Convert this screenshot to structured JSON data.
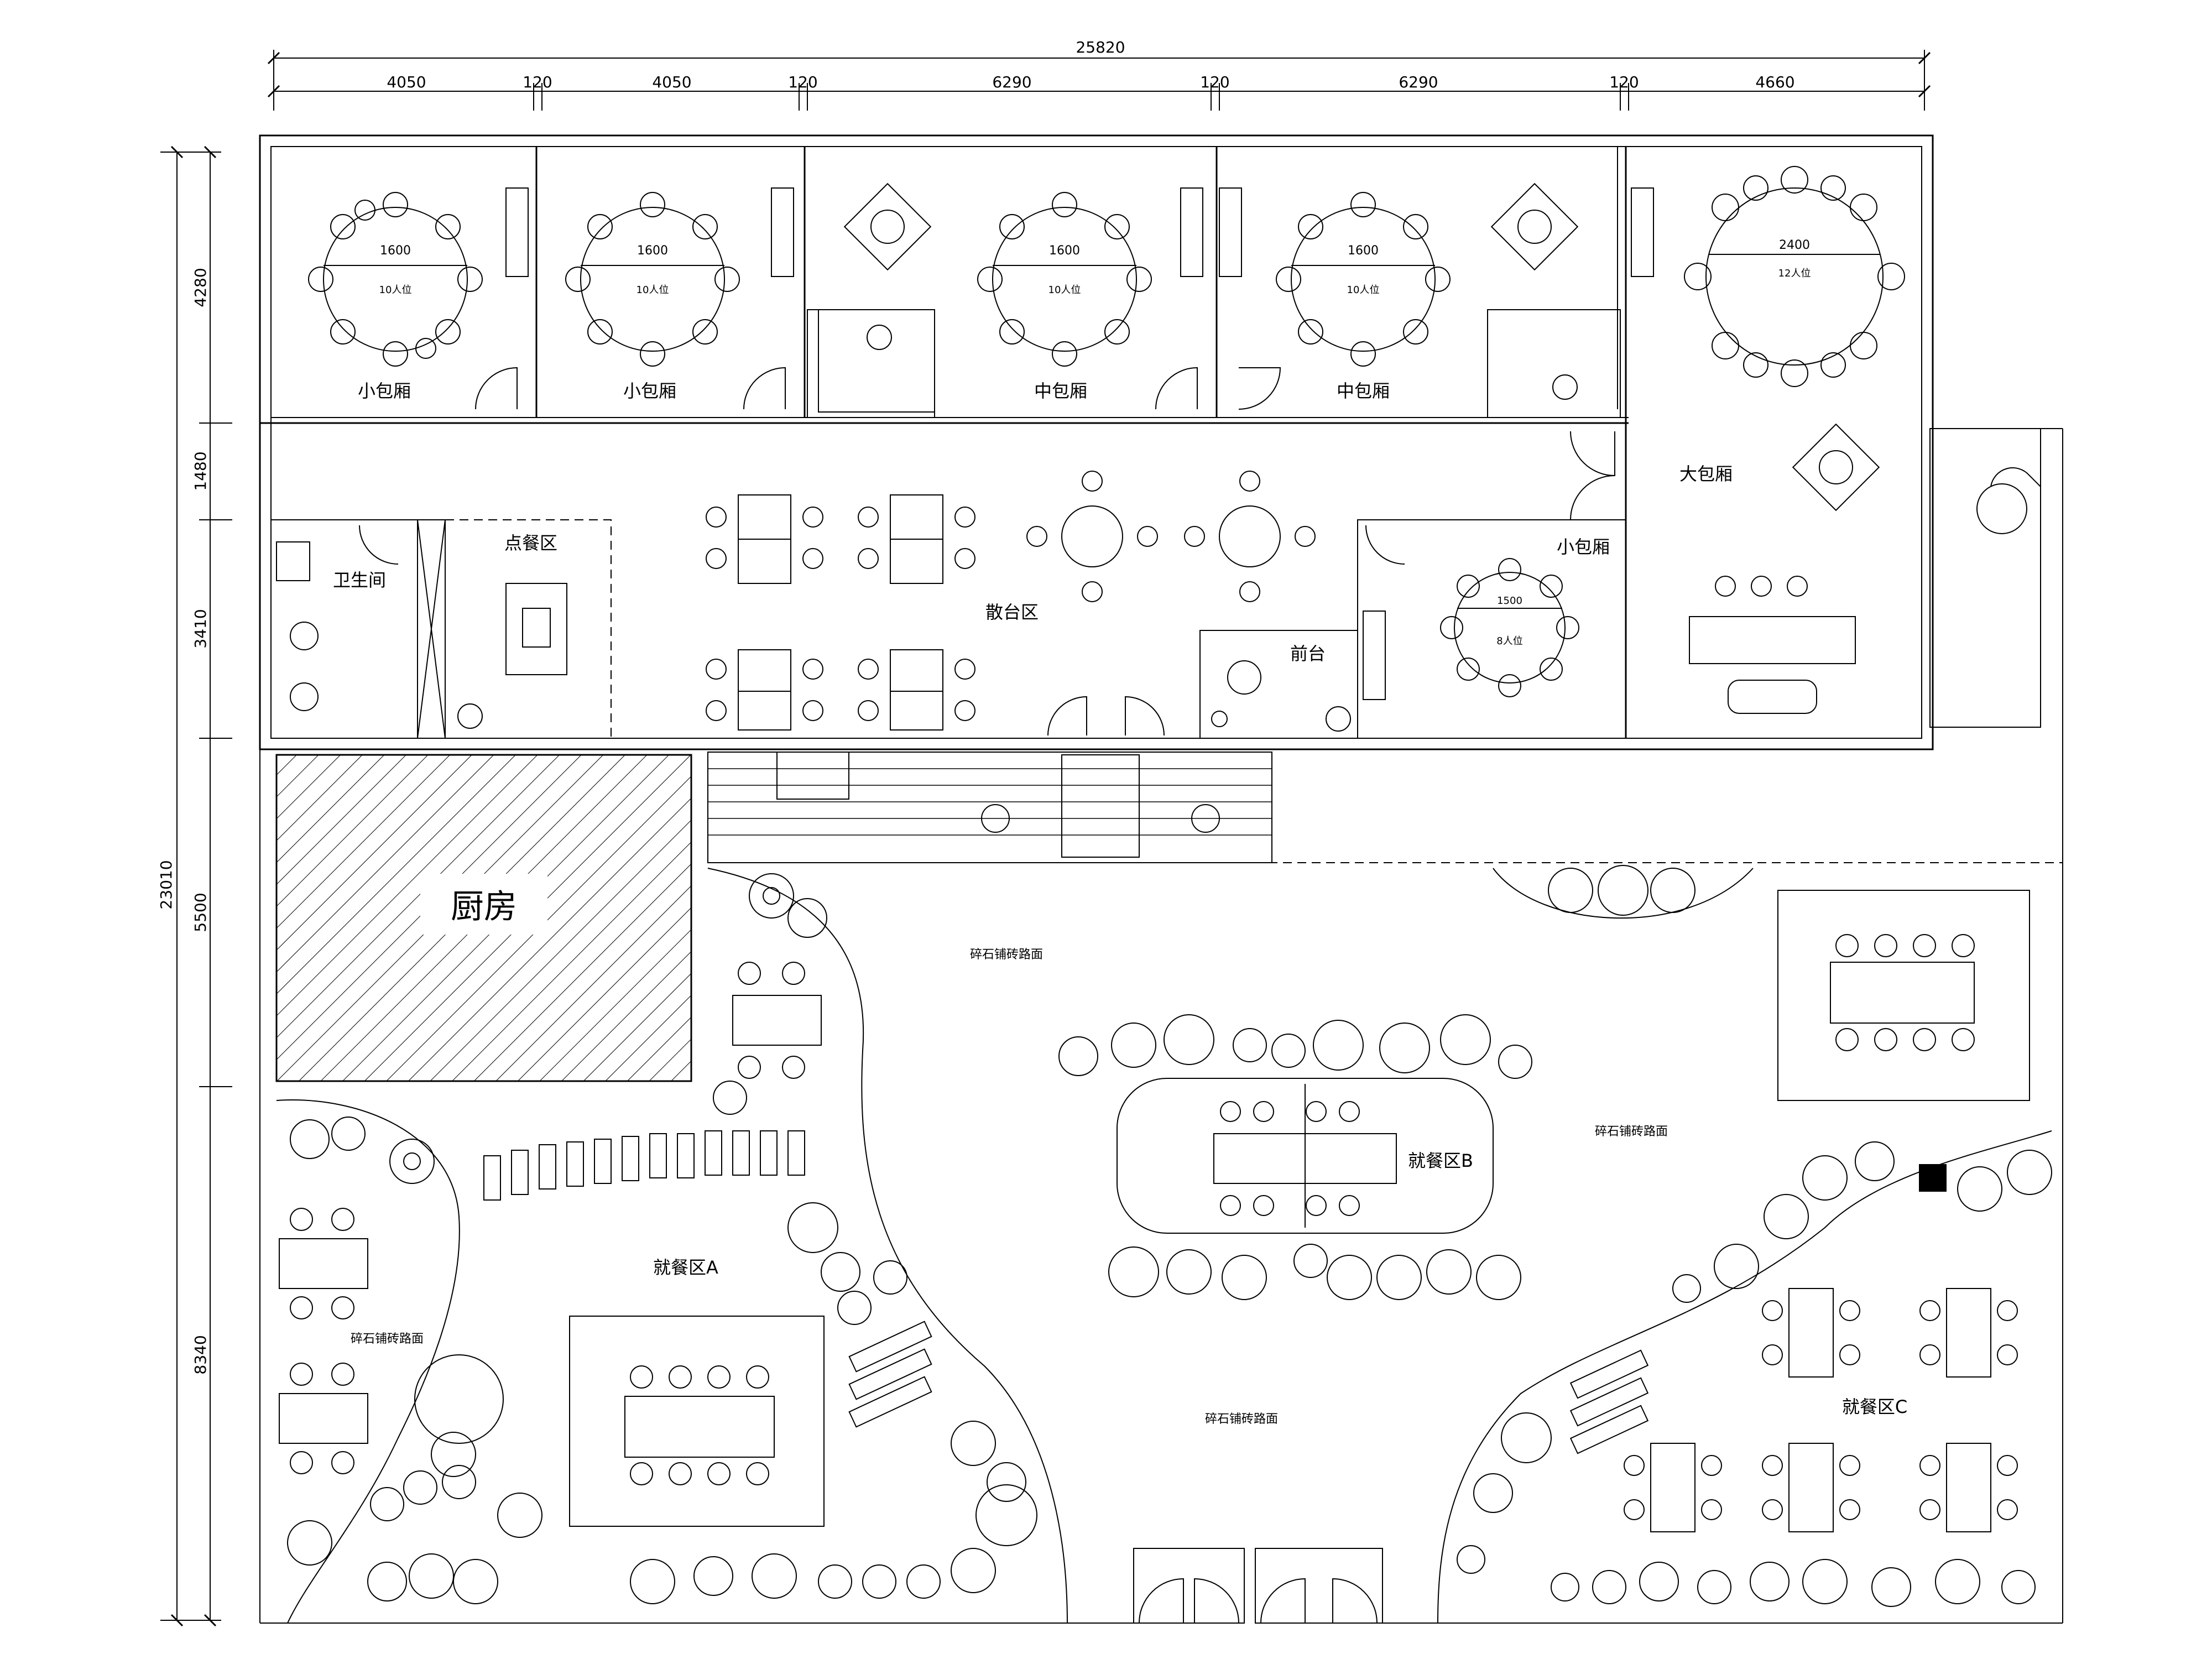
{
  "dimensions": {
    "total_width": "25820",
    "top_segments": [
      "4050",
      "120",
      "4050",
      "120",
      "6290",
      "120",
      "6290",
      "120",
      "4660"
    ],
    "total_height": "23010",
    "left_segments": [
      "4280",
      "1480",
      "3410",
      "5500",
      "8340"
    ]
  },
  "rooms": {
    "small_private_1": {
      "label": "小包厢",
      "table_size": "1600",
      "seats": "10人位"
    },
    "small_private_2": {
      "label": "小包厢",
      "table_size": "1600",
      "seats": "10人位"
    },
    "medium_private_1": {
      "label": "中包厢",
      "table_size": "1600",
      "seats": "10人位"
    },
    "medium_private_2": {
      "label": "中包厢",
      "table_size": "1600",
      "seats": "10人位"
    },
    "large_private": {
      "label": "大包厢",
      "table_size": "2400",
      "seats": "12人位"
    },
    "small_private_3": {
      "label": "小包厢",
      "table_size": "1500",
      "seats": "8人位"
    },
    "restroom": "卫生间",
    "ordering_area": "点餐区",
    "open_seating": "散台区",
    "reception": "前台",
    "kitchen": "厨房"
  },
  "outdoor": {
    "dining_a": "就餐区A",
    "dining_b": "就餐区B",
    "dining_c": "就餐区C",
    "paving_label": "碎石铺砖路面"
  }
}
